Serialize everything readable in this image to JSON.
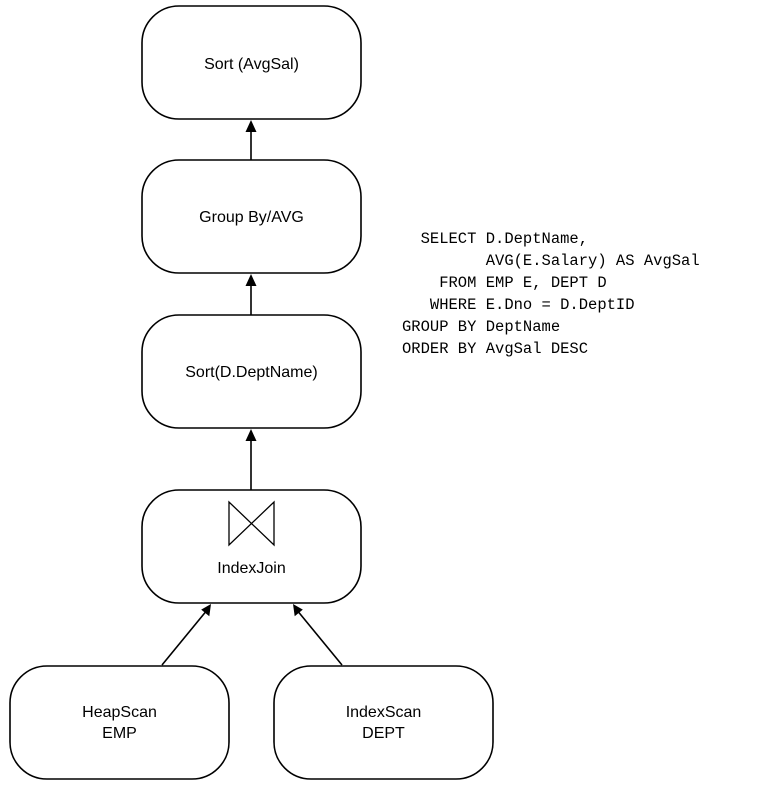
{
  "nodes": {
    "sort_avgsal": {
      "line1": "Sort (AvgSal)"
    },
    "group_by": {
      "line1": "Group By/AVG"
    },
    "sort_deptname": {
      "line1": "Sort(D.DeptName)"
    },
    "index_join": {
      "line1": "IndexJoin",
      "icon": "bowtie-join-icon"
    },
    "heapscan": {
      "line1": "HeapScan",
      "line2": "EMP"
    },
    "indexscan": {
      "line1": "IndexScan",
      "line2": "DEPT"
    }
  },
  "sql": {
    "lines": [
      "  SELECT D.DeptName,",
      "         AVG(E.Salary) AS AvgSal",
      "    FROM EMP E, DEPT D",
      "   WHERE E.Dno = D.DeptID",
      "GROUP BY DeptName",
      "ORDER BY AvgSal DESC"
    ]
  }
}
